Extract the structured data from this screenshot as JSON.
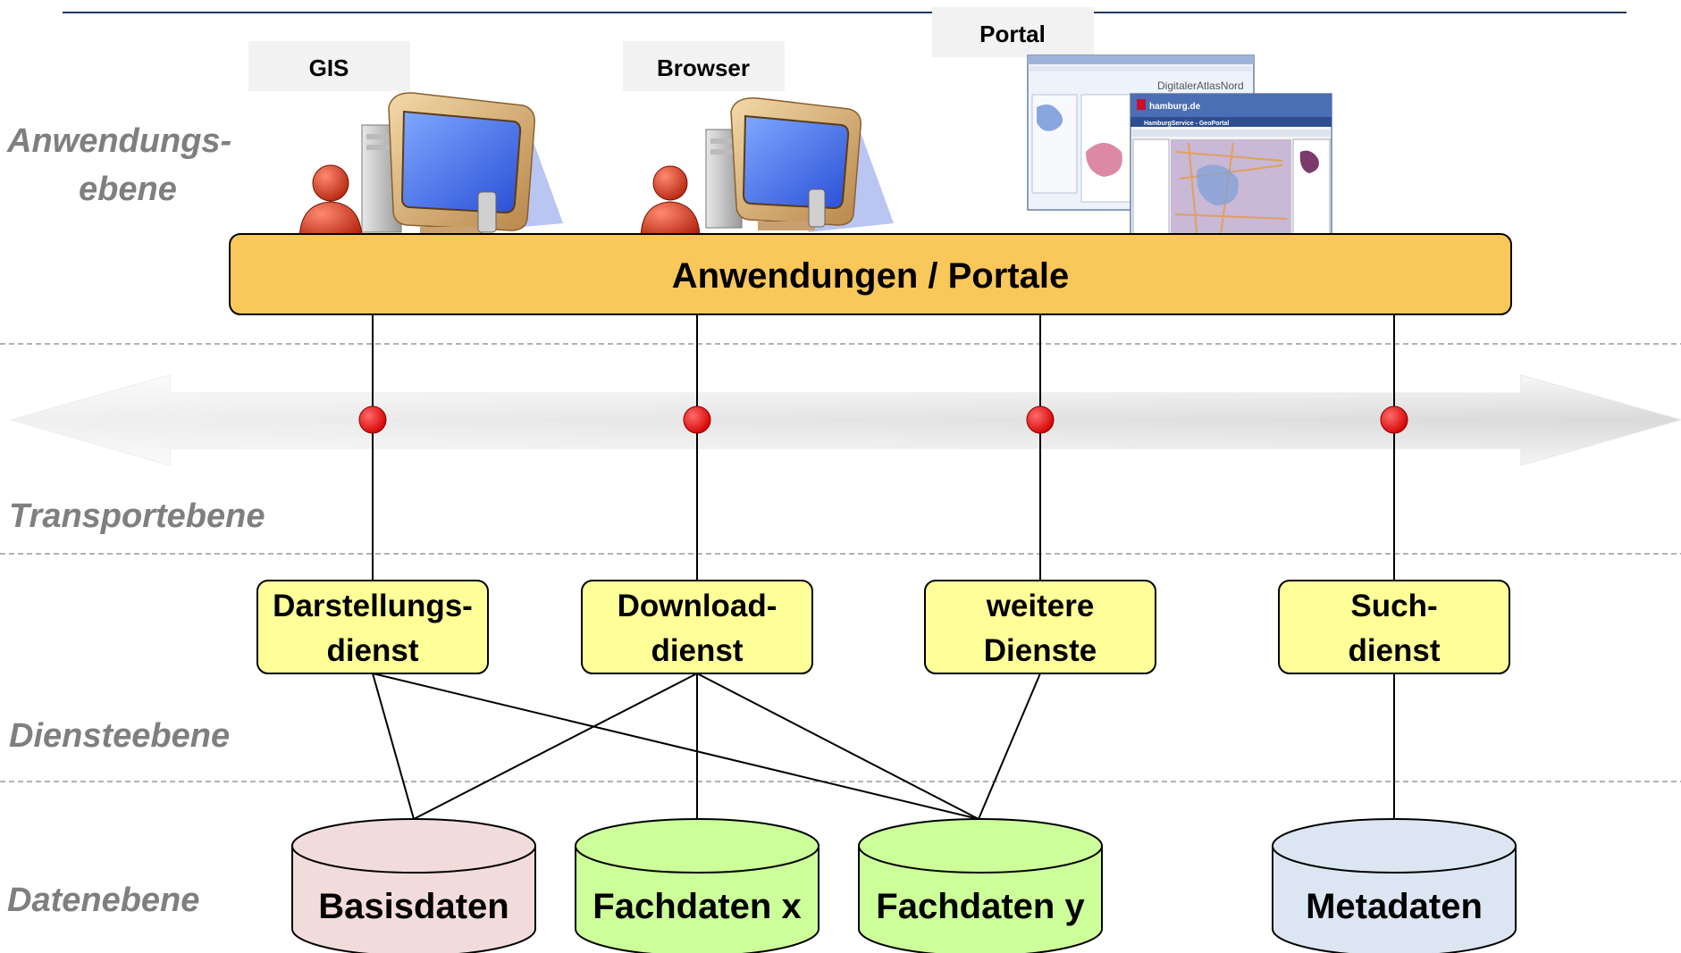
{
  "levels": {
    "application": [
      "Anwendungs-",
      "ebene"
    ],
    "transport": "Transportebene",
    "service": "Diensteebene",
    "data": "Datenebene"
  },
  "clients": {
    "gis": "GIS",
    "browser": "Browser",
    "portal": "Portal"
  },
  "portal_screens": {
    "back_title": "DigitalerAtlasNord",
    "front_brand": "hamburg.de",
    "front_title": "HamburgService - GeoPortal"
  },
  "application_bar": "Anwendungen / Portale",
  "services": [
    {
      "line1": "Darstellungs-",
      "line2": "dienst"
    },
    {
      "line1": "Download-",
      "line2": "dienst"
    },
    {
      "line1": "weitere",
      "line2": "Dienste"
    },
    {
      "line1": "Such-",
      "line2": "dienst"
    }
  ],
  "databases": [
    {
      "label": "Basisdaten",
      "color": "#f2dcdb"
    },
    {
      "label": "Fachdaten x",
      "color": "#ccff99"
    },
    {
      "label": "Fachdaten y",
      "color": "#ccff99"
    },
    {
      "label": "Metadaten",
      "color": "#dce6f2"
    }
  ],
  "colors": {
    "bar": "#fac75a",
    "service_box": "#ffff99",
    "connector_dot": "#ff0000",
    "level_text": "#7f7f7f",
    "header_line": "#1f3864"
  }
}
